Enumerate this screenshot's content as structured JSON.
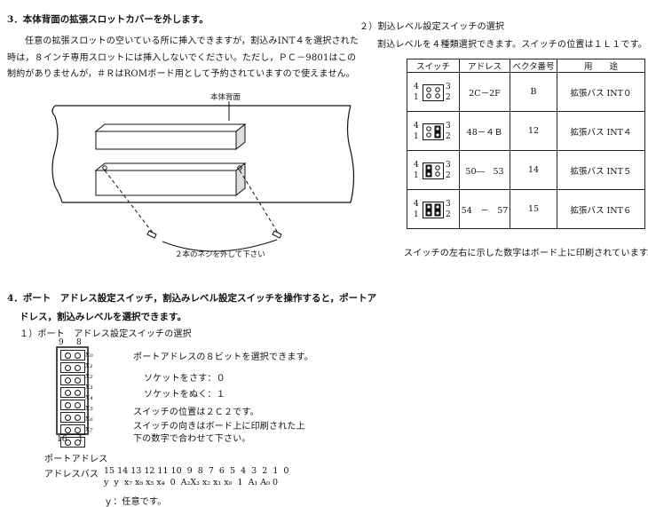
{
  "section3": {
    "heading": "3．本体背面の拡張スロットカバーを外します。",
    "lines": [
      "任意の拡張スロットの空いている所に挿入できますが，割込みINT４を選択された",
      "時は，８インチ専用スロットには挿入しないでください。ただし，ＰＣ－9801はこの",
      "制約がありませんが，＃ＲはROMボード用として予約されていますので使えません。"
    ],
    "fig_label_back": "本体背面",
    "fig_label_screws": "２本のネジを外して下さい"
  },
  "section2": {
    "heading": "２）割込レベル設定スイッチの選択",
    "intro": "割込レベルを４種類選択できます。スイッチの位置は１Ｌ１です。",
    "table": {
      "headers": [
        "スイッチ",
        "アドレス",
        "ベクタ番号",
        "用　　途"
      ],
      "rows": [
        {
          "address": "2C－2F",
          "vector": "B",
          "use": "拡張バス INT０"
        },
        {
          "address": "48－４Ｂ",
          "vector": "12",
          "use": "拡張バス INT４"
        },
        {
          "address": "50―　53",
          "vector": "14",
          "use": "拡張バス INT５"
        },
        {
          "address": "54　－　57",
          "vector": "15",
          "use": "拡張バス INT６"
        }
      ],
      "switch_pins": {
        "left_top": "4",
        "left_bottom": "1",
        "right_top": "3",
        "right_bottom": "2"
      }
    },
    "footnote": "スイッチの左右に示した数字はボード上に印刷されています。"
  },
  "section4": {
    "heading_line1": "4．ポート　アドレス設定スイッチ，割込みレベル設定スイッチを操作すると，ポートア",
    "heading_line2": "ドレス，割込みレベルを選択できます。",
    "sub_heading": "１）ポート　アドレス設定スイッチの選択",
    "col_top": [
      "9",
      "8"
    ],
    "col_bottom": [
      "16",
      "1"
    ],
    "bit_labels": [
      "x₀",
      "x₁",
      "x₂",
      "x₃",
      "x₄",
      "x₅",
      "x₆",
      "x₇"
    ],
    "desc1": "ポートアドレスの８ビットを選択できます。",
    "desc2": "ソケットをさす：０",
    "desc3": "ソケットをぬく：１",
    "desc4": "スイッチの位置は２Ｃ２です。",
    "desc5": "スイッチの向きはボード上に印刷された上",
    "desc6": "下の数字で合わせて下さい。",
    "port_label": "ポートアドレス",
    "bus_label": "アドレスバス",
    "bus_numbers": "15 14 13 12 11 10  9  8  7  6  5  4  3  2  1  0",
    "bus_values": "y  y  x₇ x₆ x₅ x₄  0  A₂X₃ x₂ x₁ x₀  1  A₁ A₀ 0",
    "y_note": "ｙ：任意です。"
  }
}
